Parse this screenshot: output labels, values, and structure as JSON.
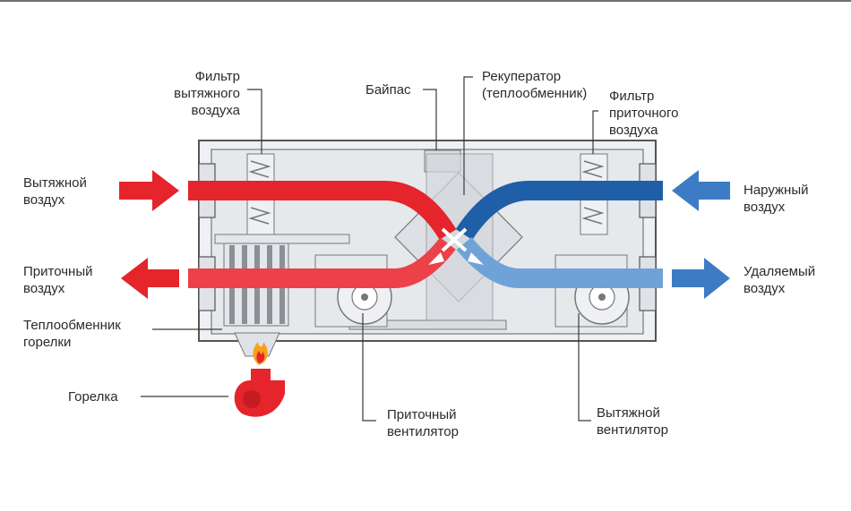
{
  "labels": {
    "exhaust_filter": [
      "Фильтр",
      "вытяжного",
      "воздуха"
    ],
    "bypass": "Байпас",
    "recuperator": [
      "Рекуператор",
      "(теплообменник)"
    ],
    "supply_filter": [
      "Фильтр",
      "приточного",
      "воздуха"
    ],
    "exhaust_air_in": [
      "Вытяжной",
      "воздух"
    ],
    "supply_air_out": [
      "Приточный",
      "воздух"
    ],
    "burner_exchanger": [
      "Теплообменник",
      "горелки"
    ],
    "burner": "Горелка",
    "outdoor_air": [
      "Наружный",
      "воздух"
    ],
    "removed_air": [
      "Удаляемый",
      "воздух"
    ],
    "supply_fan": [
      "Приточный",
      "вентилятор"
    ],
    "exhaust_fan": [
      "Вытяжной",
      "вентилятор"
    ]
  },
  "colors": {
    "warm": "#e5242b",
    "warm_light": "#ef4a52",
    "cold": "#1f5fa8",
    "cold_light": "#6fa3d8",
    "housing": "#e3e6ea",
    "housing_stroke": "#5a5a5a",
    "flame": "#f6a11a"
  }
}
